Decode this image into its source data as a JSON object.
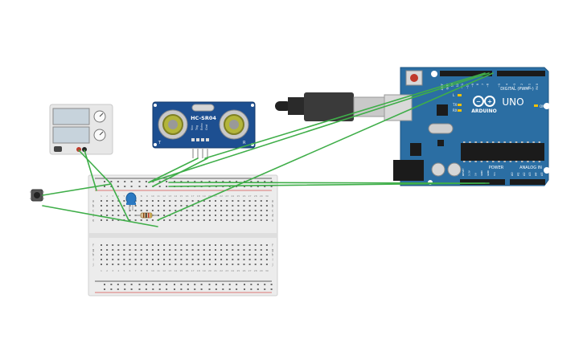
{
  "sensor": {
    "model": "HC-SR04",
    "pin_labels": [
      "Vcc",
      "Trig",
      "Echo",
      "Gnd"
    ],
    "corner_left": "T",
    "corner_right": "R"
  },
  "arduino": {
    "brand": "ARDUINO",
    "model": "UNO",
    "digital_header": "DIGITAL (PWM~)",
    "power_header": "POWER",
    "analog_header": "ANALOG IN",
    "top_pins": [
      "AREF",
      "GND",
      "13",
      "12",
      "~11",
      "~10",
      "~9",
      "8",
      "7",
      "~6",
      "~5",
      "4",
      "~3",
      "2",
      "TX 1",
      "RX 0"
    ],
    "power_pins": [
      "IOREF",
      "RESET",
      "3.3V",
      "5V",
      "GND",
      "GND",
      "Vin"
    ],
    "analog_pins": [
      "A0",
      "A1",
      "A2",
      "A3",
      "A4",
      "A5"
    ],
    "led_labels": [
      "L",
      "TX",
      "RX"
    ],
    "on_label": "ON"
  },
  "breadboard": {
    "row_letters_top": [
      "a",
      "b",
      "c",
      "d",
      "e"
    ],
    "row_letters_bottom": [
      "f",
      "g",
      "h",
      "i",
      "j"
    ],
    "column_count": 30
  },
  "colors": {
    "wire": "#3fae49",
    "board_blue": "#2b6ea3",
    "sensor_blue": "#1d4f91",
    "breadboard": "#ededed",
    "rail_red": "#d9534f",
    "rail_dark": "#333333"
  }
}
